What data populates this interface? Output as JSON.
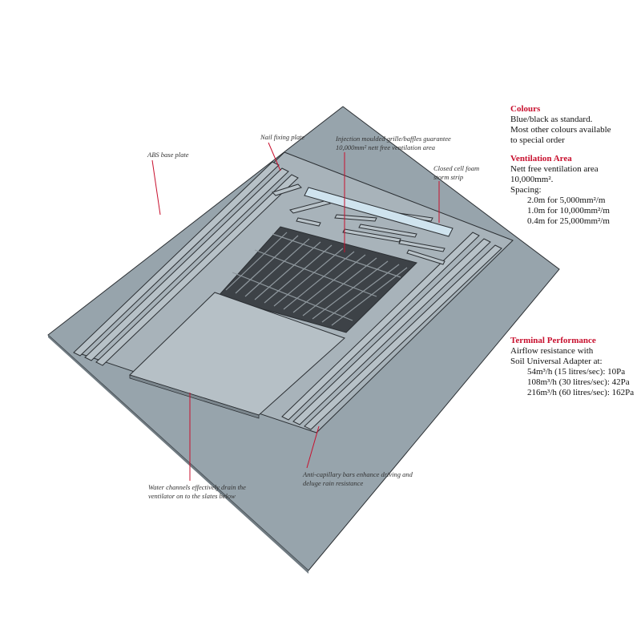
{
  "callouts": {
    "abs_base_plate": "ABS base plate",
    "nail_fixing_plate": "Nail fixing plate",
    "grille_line1": "Injection moulded grille/baffles guarantee",
    "grille_line2": "10,000mm² nett free ventilation area",
    "foam_line1": "Closed cell foam",
    "foam_line2": "storm strip",
    "water_line1": "Water channels effectively drain the",
    "water_line2": "ventilator on to the slates below",
    "anticap_line1": "Anti-capillary bars enhance driving and",
    "anticap_line2": "deluge rain resistance"
  },
  "specs": {
    "colours": {
      "heading": "Colours",
      "lines": [
        "Blue/black as standard.",
        "Most other colours available",
        "to special order"
      ]
    },
    "ventilation": {
      "heading": "Ventilation Area",
      "lines": [
        "Nett free ventilation area",
        "10,000mm².",
        "Spacing:"
      ],
      "spacing": [
        "2.0m for 5,000mm²/m",
        "1.0m for 10,000mm²/m",
        "0.4m for 25,000mm²/m"
      ]
    },
    "performance": {
      "heading": "Terminal Performance",
      "lines": [
        "Airflow resistance with",
        "Soil Universal Adapter at:"
      ],
      "rates": [
        "54m³/h (15 litres/sec): 10Pa",
        "108m³/h (30 litres/sec): 42Pa",
        "216m³/h (60 litres/sec): 162Pa"
      ]
    }
  },
  "colors": {
    "base_plate": "#9aa6ae",
    "raised_plate": "#a9b4bb",
    "grille": "#4a4f54",
    "foam_strip": "#cfe3ee",
    "leader": "#c8102e",
    "outline": "#2b2f33"
  }
}
